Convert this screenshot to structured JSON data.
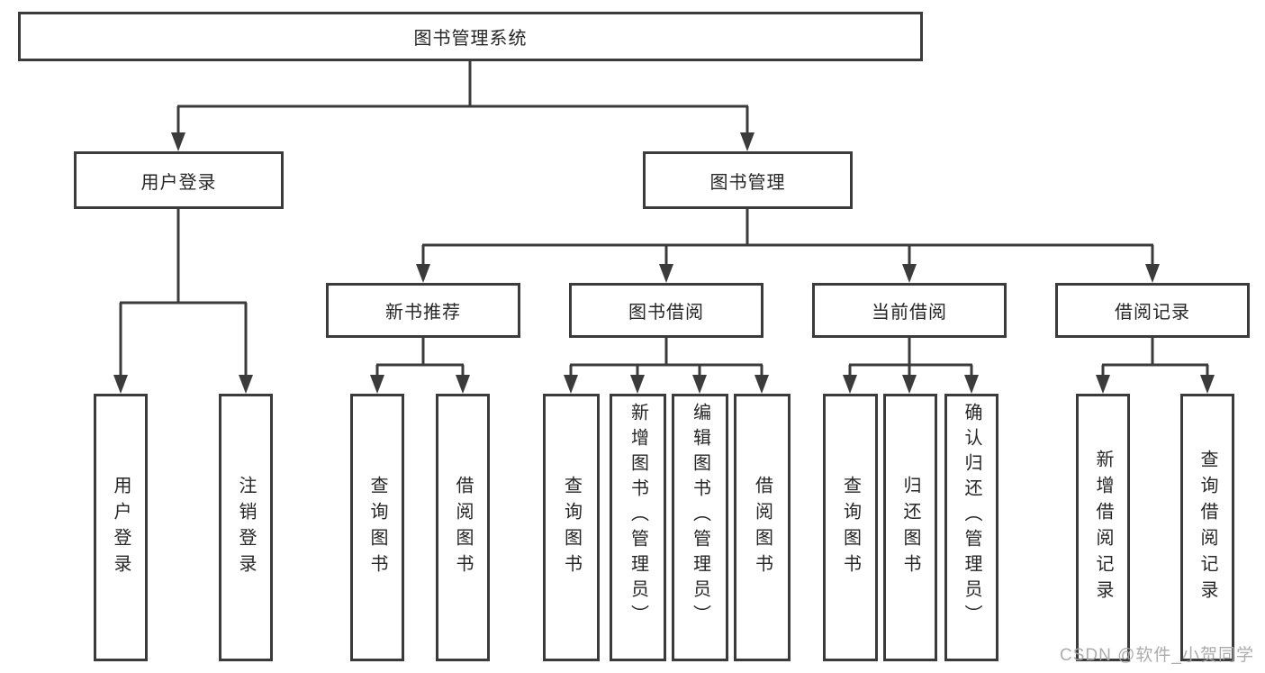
{
  "tree": {
    "label": "图书管理系统",
    "children": [
      {
        "label": "用户登录",
        "children": [
          {
            "label": "用户登录"
          },
          {
            "label": "注销登录"
          }
        ]
      },
      {
        "label": "图书管理",
        "children": [
          {
            "label": "新书推荐",
            "children": [
              {
                "label": "查询图书"
              },
              {
                "label": "借阅图书"
              }
            ]
          },
          {
            "label": "图书借阅",
            "children": [
              {
                "label": "查询图书"
              },
              {
                "label": "新增图书（管理员）"
              },
              {
                "label": "编辑图书（管理员）"
              },
              {
                "label": "借阅图书"
              }
            ]
          },
          {
            "label": "当前借阅",
            "children": [
              {
                "label": "查询图书"
              },
              {
                "label": "归还图书"
              },
              {
                "label": "确认归还（管理员）"
              }
            ]
          },
          {
            "label": "借阅记录",
            "children": [
              {
                "label": "新增借阅记录"
              },
              {
                "label": "查询借阅记录"
              }
            ]
          }
        ]
      }
    ]
  },
  "watermark": {
    "text": "CSDN @软件_小贺同学"
  },
  "colors": {
    "line": "#3b3b3b",
    "border": "#3b3b3b",
    "text": "#262626",
    "background": "#ffffff",
    "watermark": "#a8a8a8"
  }
}
